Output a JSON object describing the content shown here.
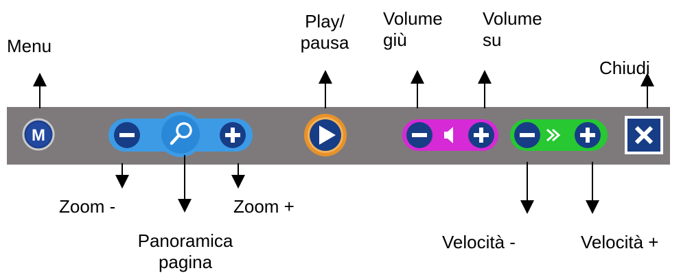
{
  "labels": {
    "menu": "Menu",
    "play_pause_1": "Play/",
    "play_pause_2": "pausa",
    "volume_down_1": "Volume",
    "volume_down_2": "giù",
    "volume_up_1": "Volume",
    "volume_up_2": "su",
    "close": "Chiudi",
    "zoom_out": "Zoom -",
    "zoom_in": "Zoom +",
    "pan_page_1": "Panoramica",
    "pan_page_2": "pagina",
    "speed_down": "Velocità -",
    "speed_up": "Velocità +"
  },
  "buttons": {
    "menu_letter": "M"
  },
  "colors": {
    "toolbar": "#7e7a7b",
    "menu_button": "#1b3f8c",
    "zoom_group": "#3d9be6",
    "play_ring": "#e8922a",
    "play_fill": "#163d86",
    "volume_group": "#d52ad5",
    "speed_group": "#27c832",
    "control_dark": "#163d86",
    "close_button": "#163d86"
  },
  "icons": [
    "menu-icon",
    "minus-icon",
    "magnifier-icon",
    "plus-icon",
    "play-icon",
    "speaker-icon",
    "fast-forward-icon",
    "close-icon"
  ]
}
